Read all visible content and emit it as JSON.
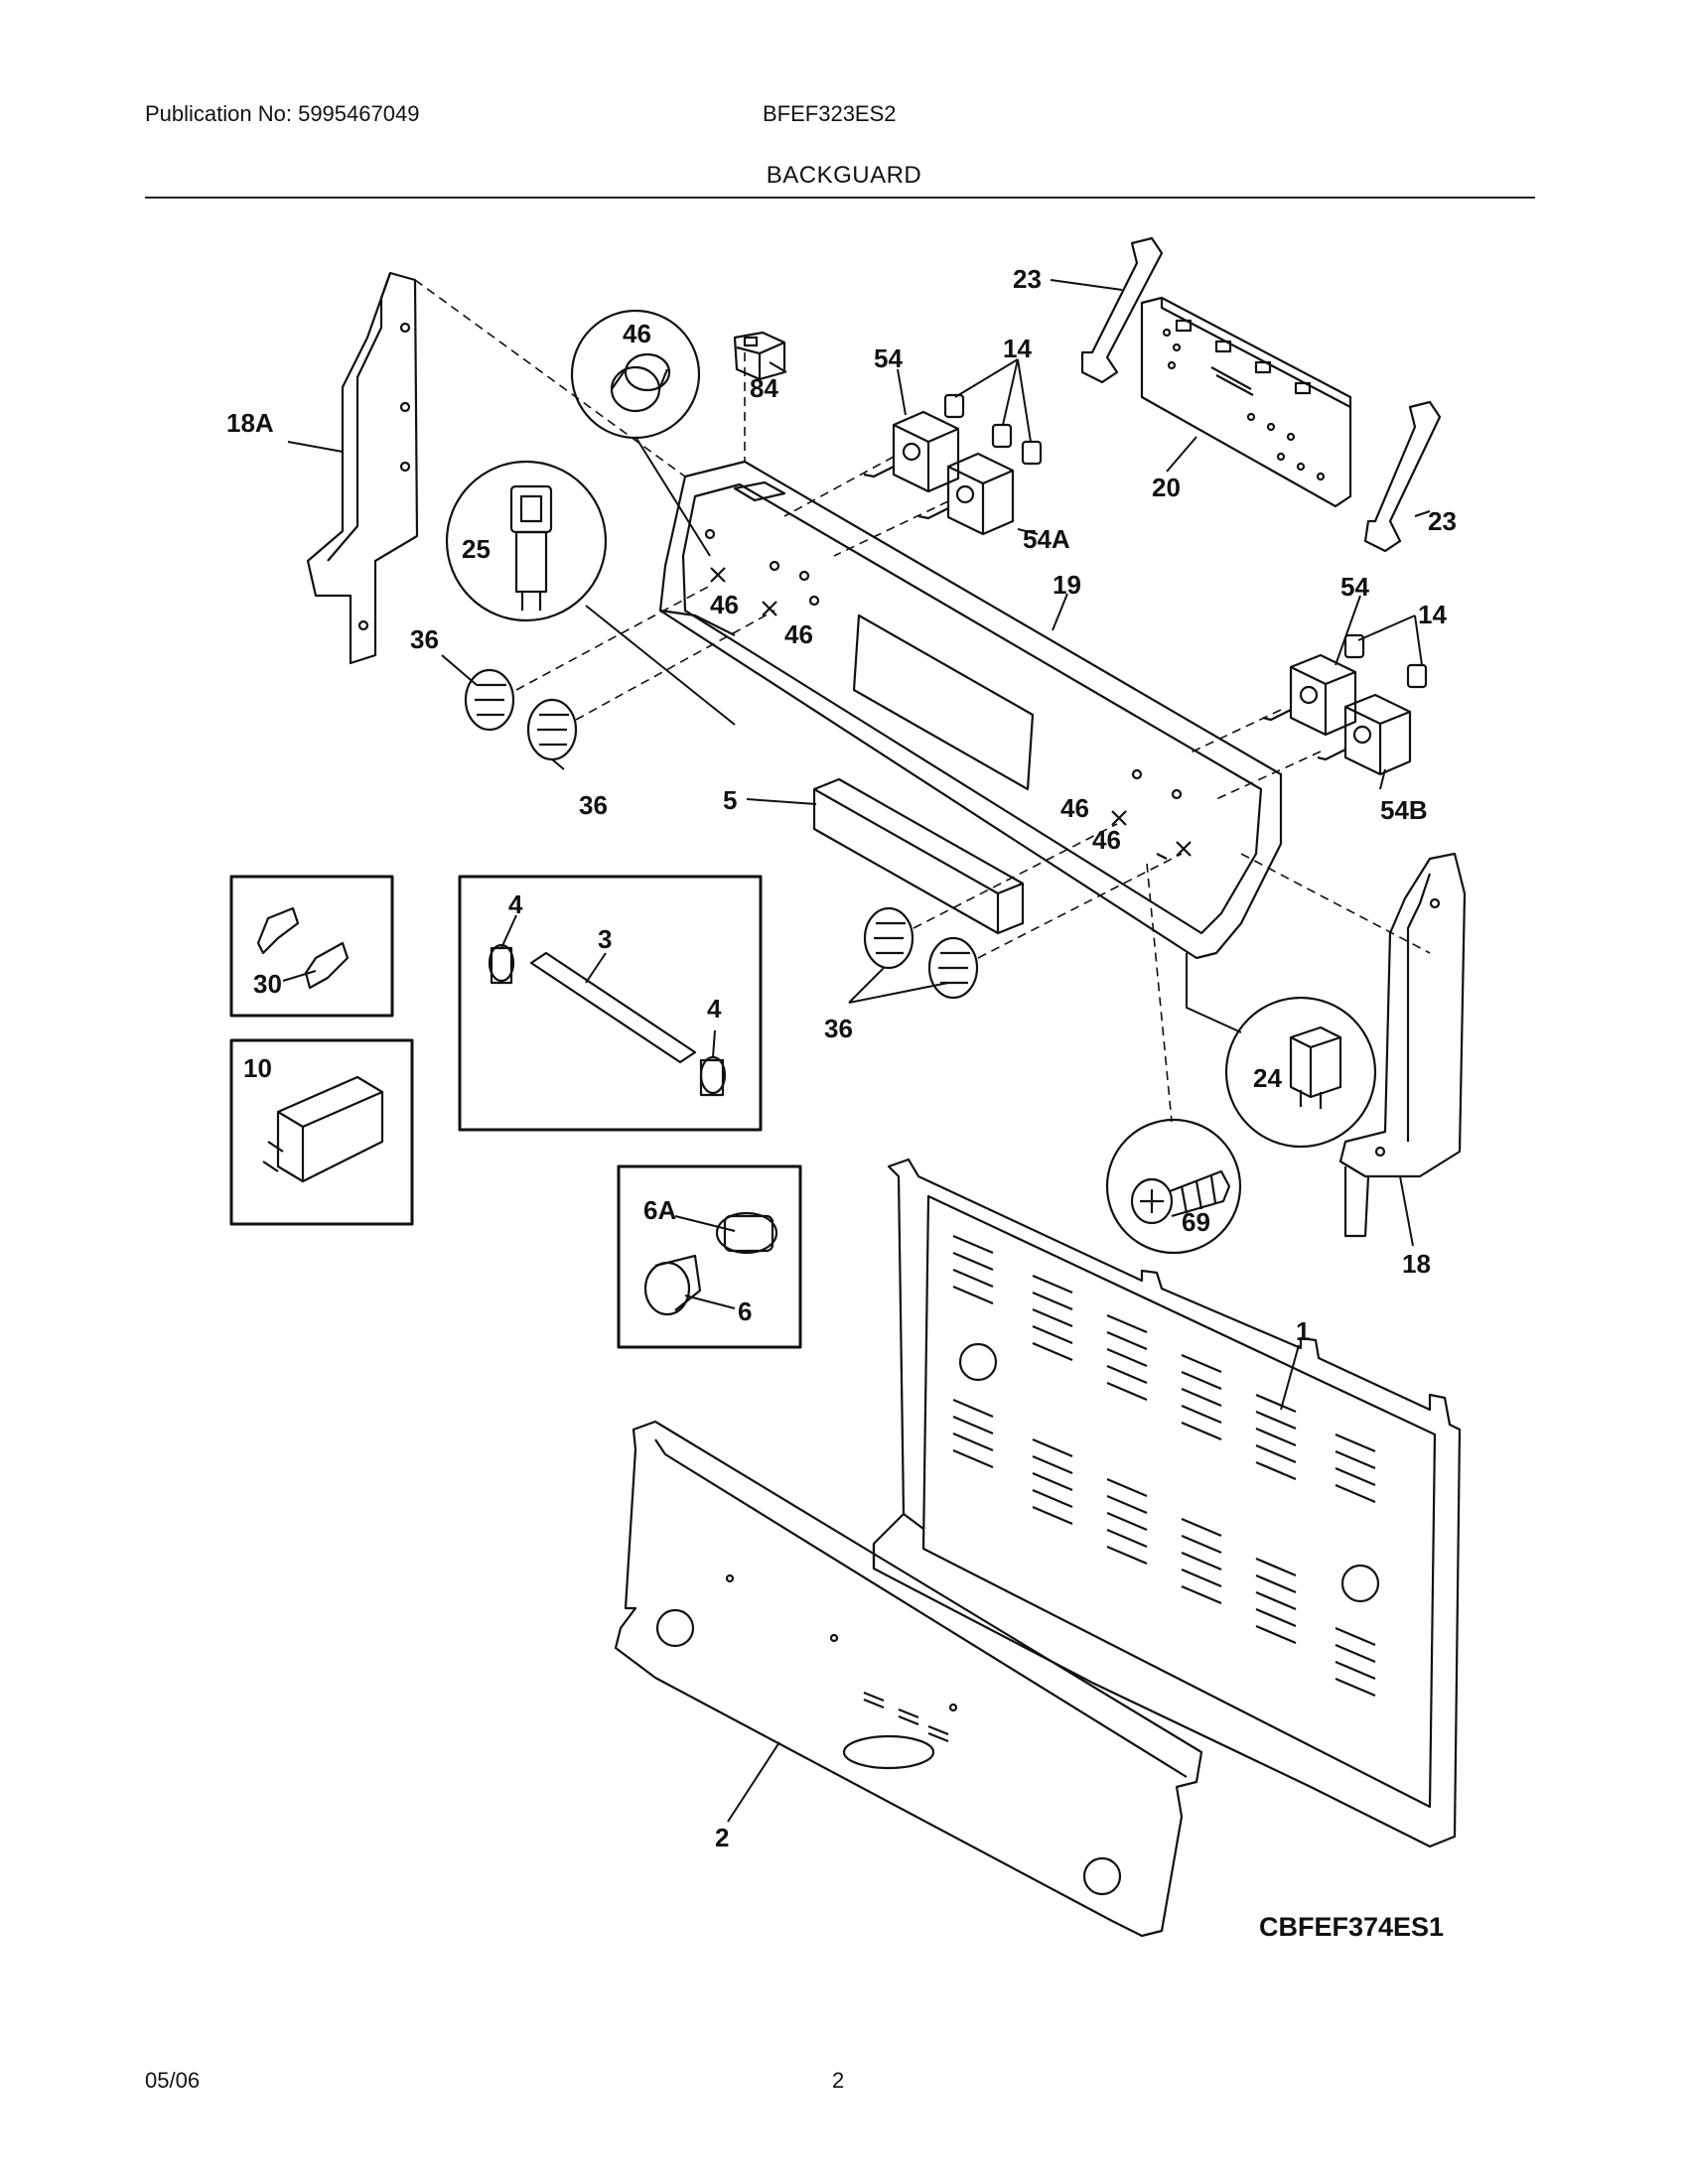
{
  "header": {
    "publication": "Publication No: 5995467049",
    "model": "BFEF323ES2",
    "section": "BACKGUARD"
  },
  "footer": {
    "date": "05/06",
    "page": "2"
  },
  "diagram": {
    "drawing_code": "CBFEF374ES1",
    "callouts": {
      "p18a": "18A",
      "p46top": "46",
      "p84": "84",
      "p54top": "54",
      "p14top": "14",
      "p23top": "23",
      "p20": "20",
      "p23bot": "23",
      "p54a": "54A",
      "p25": "25",
      "p36a": "36",
      "p46a": "46",
      "p46b": "46",
      "p19": "19",
      "p54mid": "54",
      "p14mid": "14",
      "p36b": "36",
      "p5": "5",
      "p46c": "46",
      "p46d": "46",
      "p54b": "54B",
      "p4a": "4",
      "p3": "3",
      "p4b": "4",
      "p30": "30",
      "p36c": "36",
      "p24": "24",
      "p10": "10",
      "p69": "69",
      "p18": "18",
      "p6a": "6A",
      "p6": "6",
      "p1": "1",
      "p2": "2"
    }
  }
}
